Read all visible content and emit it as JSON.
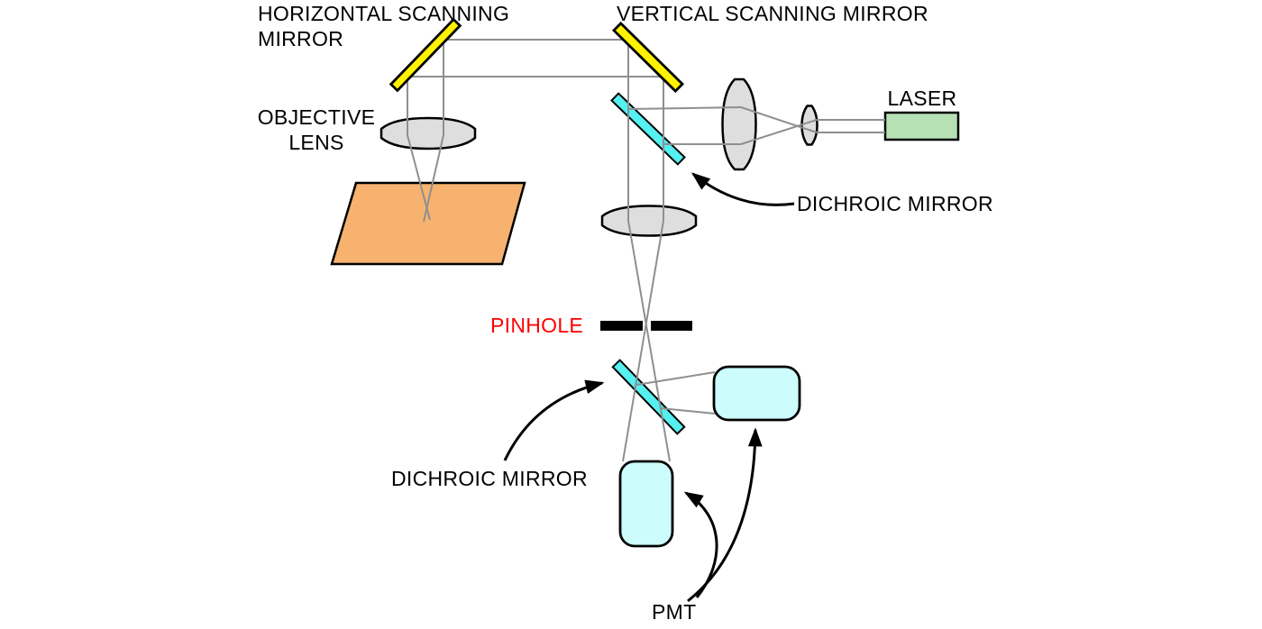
{
  "labels": {
    "horizontal_scanning_mirror_line1": "HORIZONTAL SCANNING",
    "horizontal_scanning_mirror_line2": "MIRROR",
    "vertical_scanning_mirror": "VERTICAL SCANNING MIRROR",
    "laser": "LASER",
    "objective_lens_line1": "OBJECTIVE",
    "objective_lens_line2": "LENS",
    "dichroic_mirror_top": "DICHROIC MIRROR",
    "pinhole": "PINHOLE",
    "dichroic_mirror_bottom": "DICHROIC MIRROR",
    "pmt": "PMT"
  },
  "colors": {
    "mirror_yellow": "#FFF200",
    "dichroic_cyan": "#55F0F0",
    "pmt_fill": "#CCFDFC",
    "laser_fill": "#B5E1B5",
    "specimen_orange": "#F6B26E",
    "lens_gray": "#DEDEDE",
    "beam_gray": "#8F8F8F",
    "pinhole_label_red": "#FF0000",
    "arrow_black": "#000000"
  }
}
